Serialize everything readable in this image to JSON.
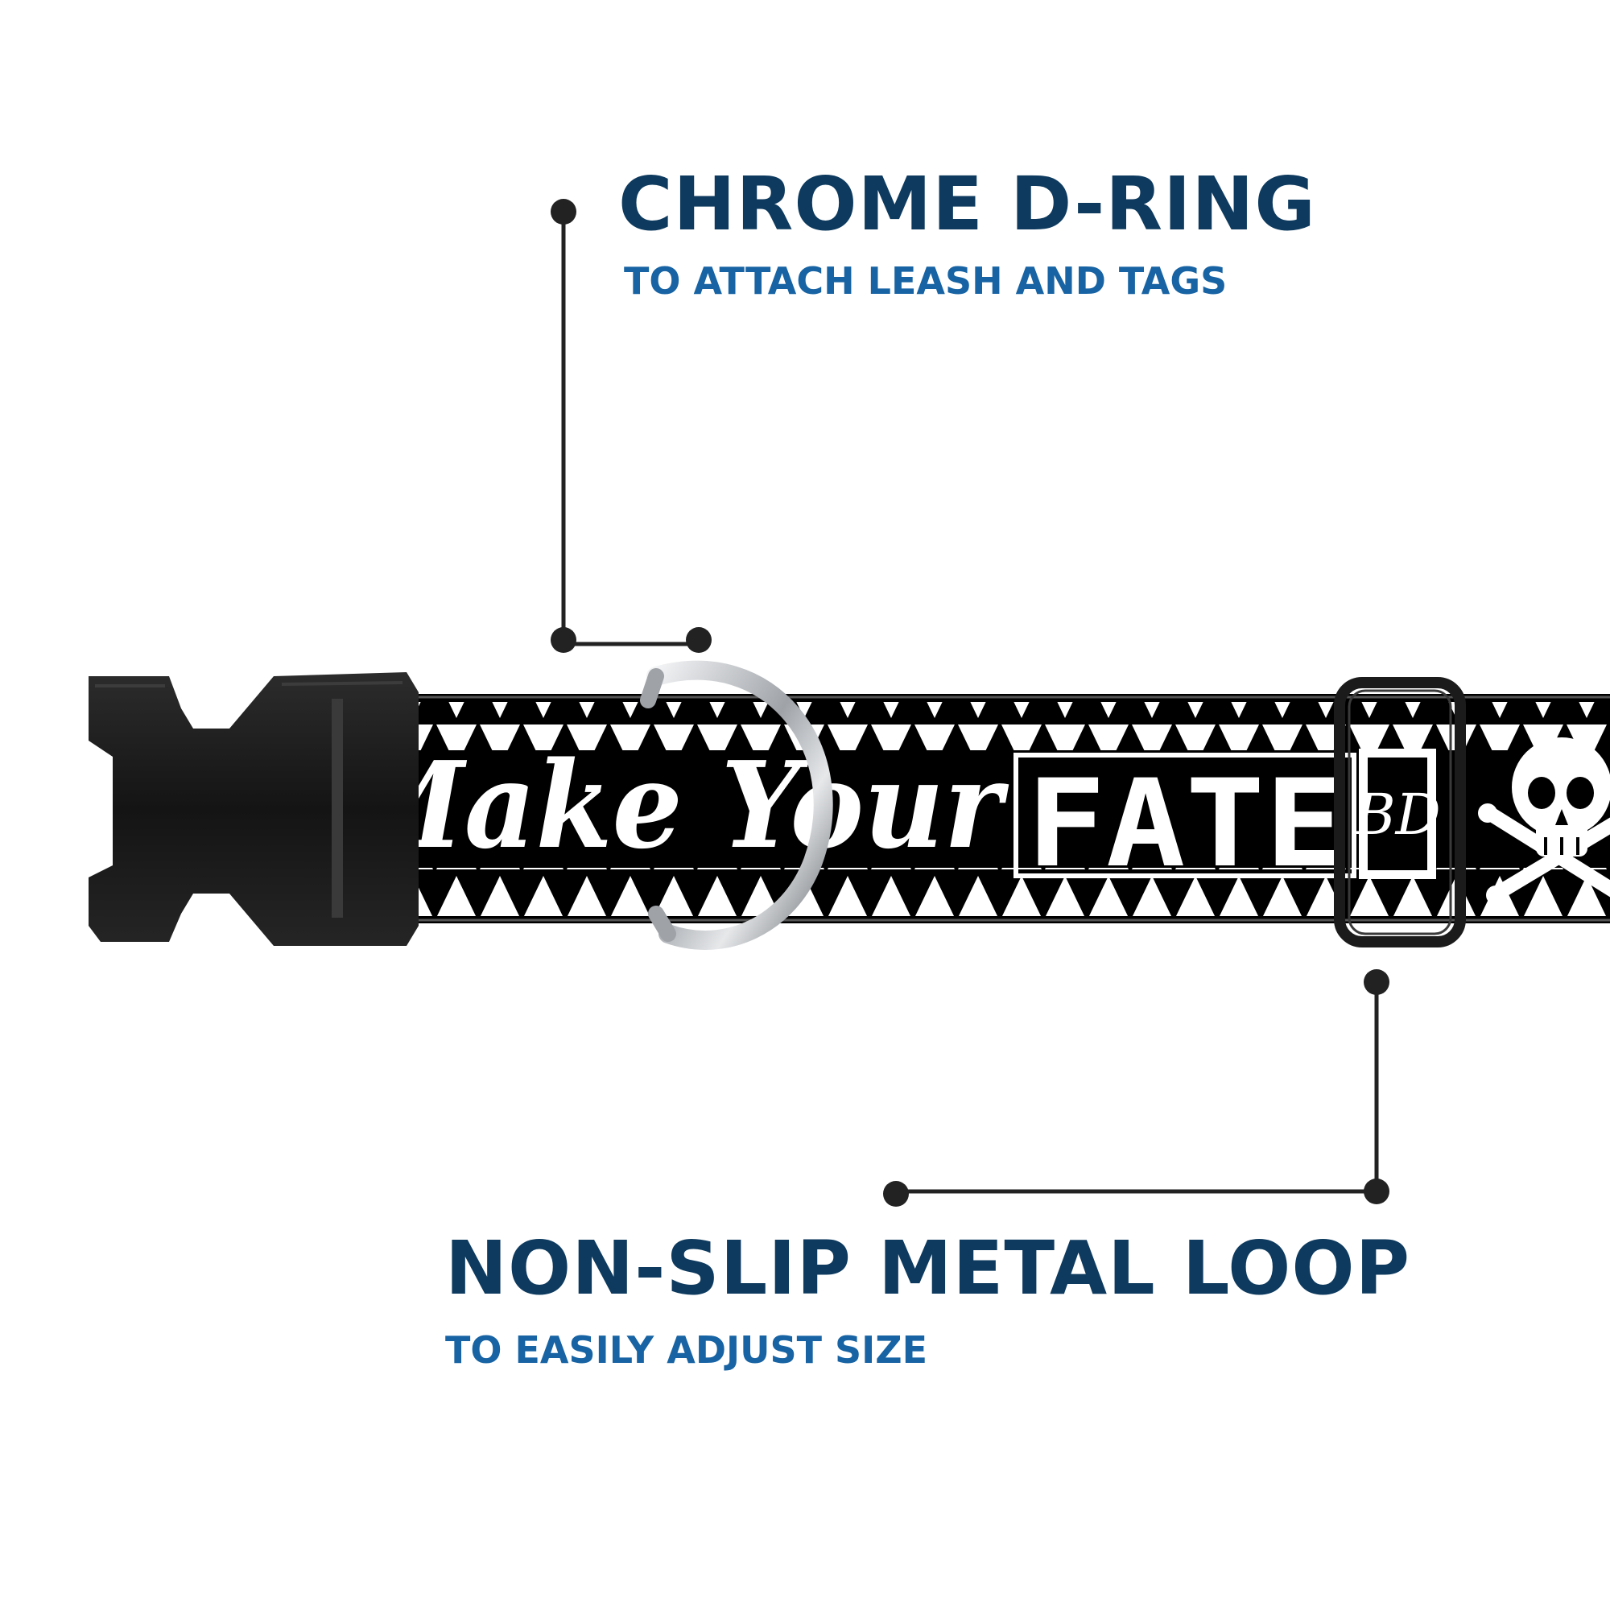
{
  "callouts": {
    "dring": {
      "title": "CHROME D-RING",
      "subtitle": "TO ATTACH LEASH AND TAGS"
    },
    "loop": {
      "title": "NON-SLIP METAL LOOP",
      "subtitle": "TO EASILY ADJUST SIZE"
    }
  },
  "collar": {
    "print_script": "Make Your",
    "print_block": "FATE",
    "logo_letters": "BD"
  },
  "colors": {
    "title": "#0d3a5e",
    "subtitle": "#1763a3",
    "leader_line": "#222222",
    "webbing": "#000000",
    "pattern": "#ffffff",
    "buckle": "#1a1a1a",
    "dring": "#b9bcc0"
  },
  "icons": [
    "skull-crossbones-icon",
    "bd-monogram-icon"
  ]
}
